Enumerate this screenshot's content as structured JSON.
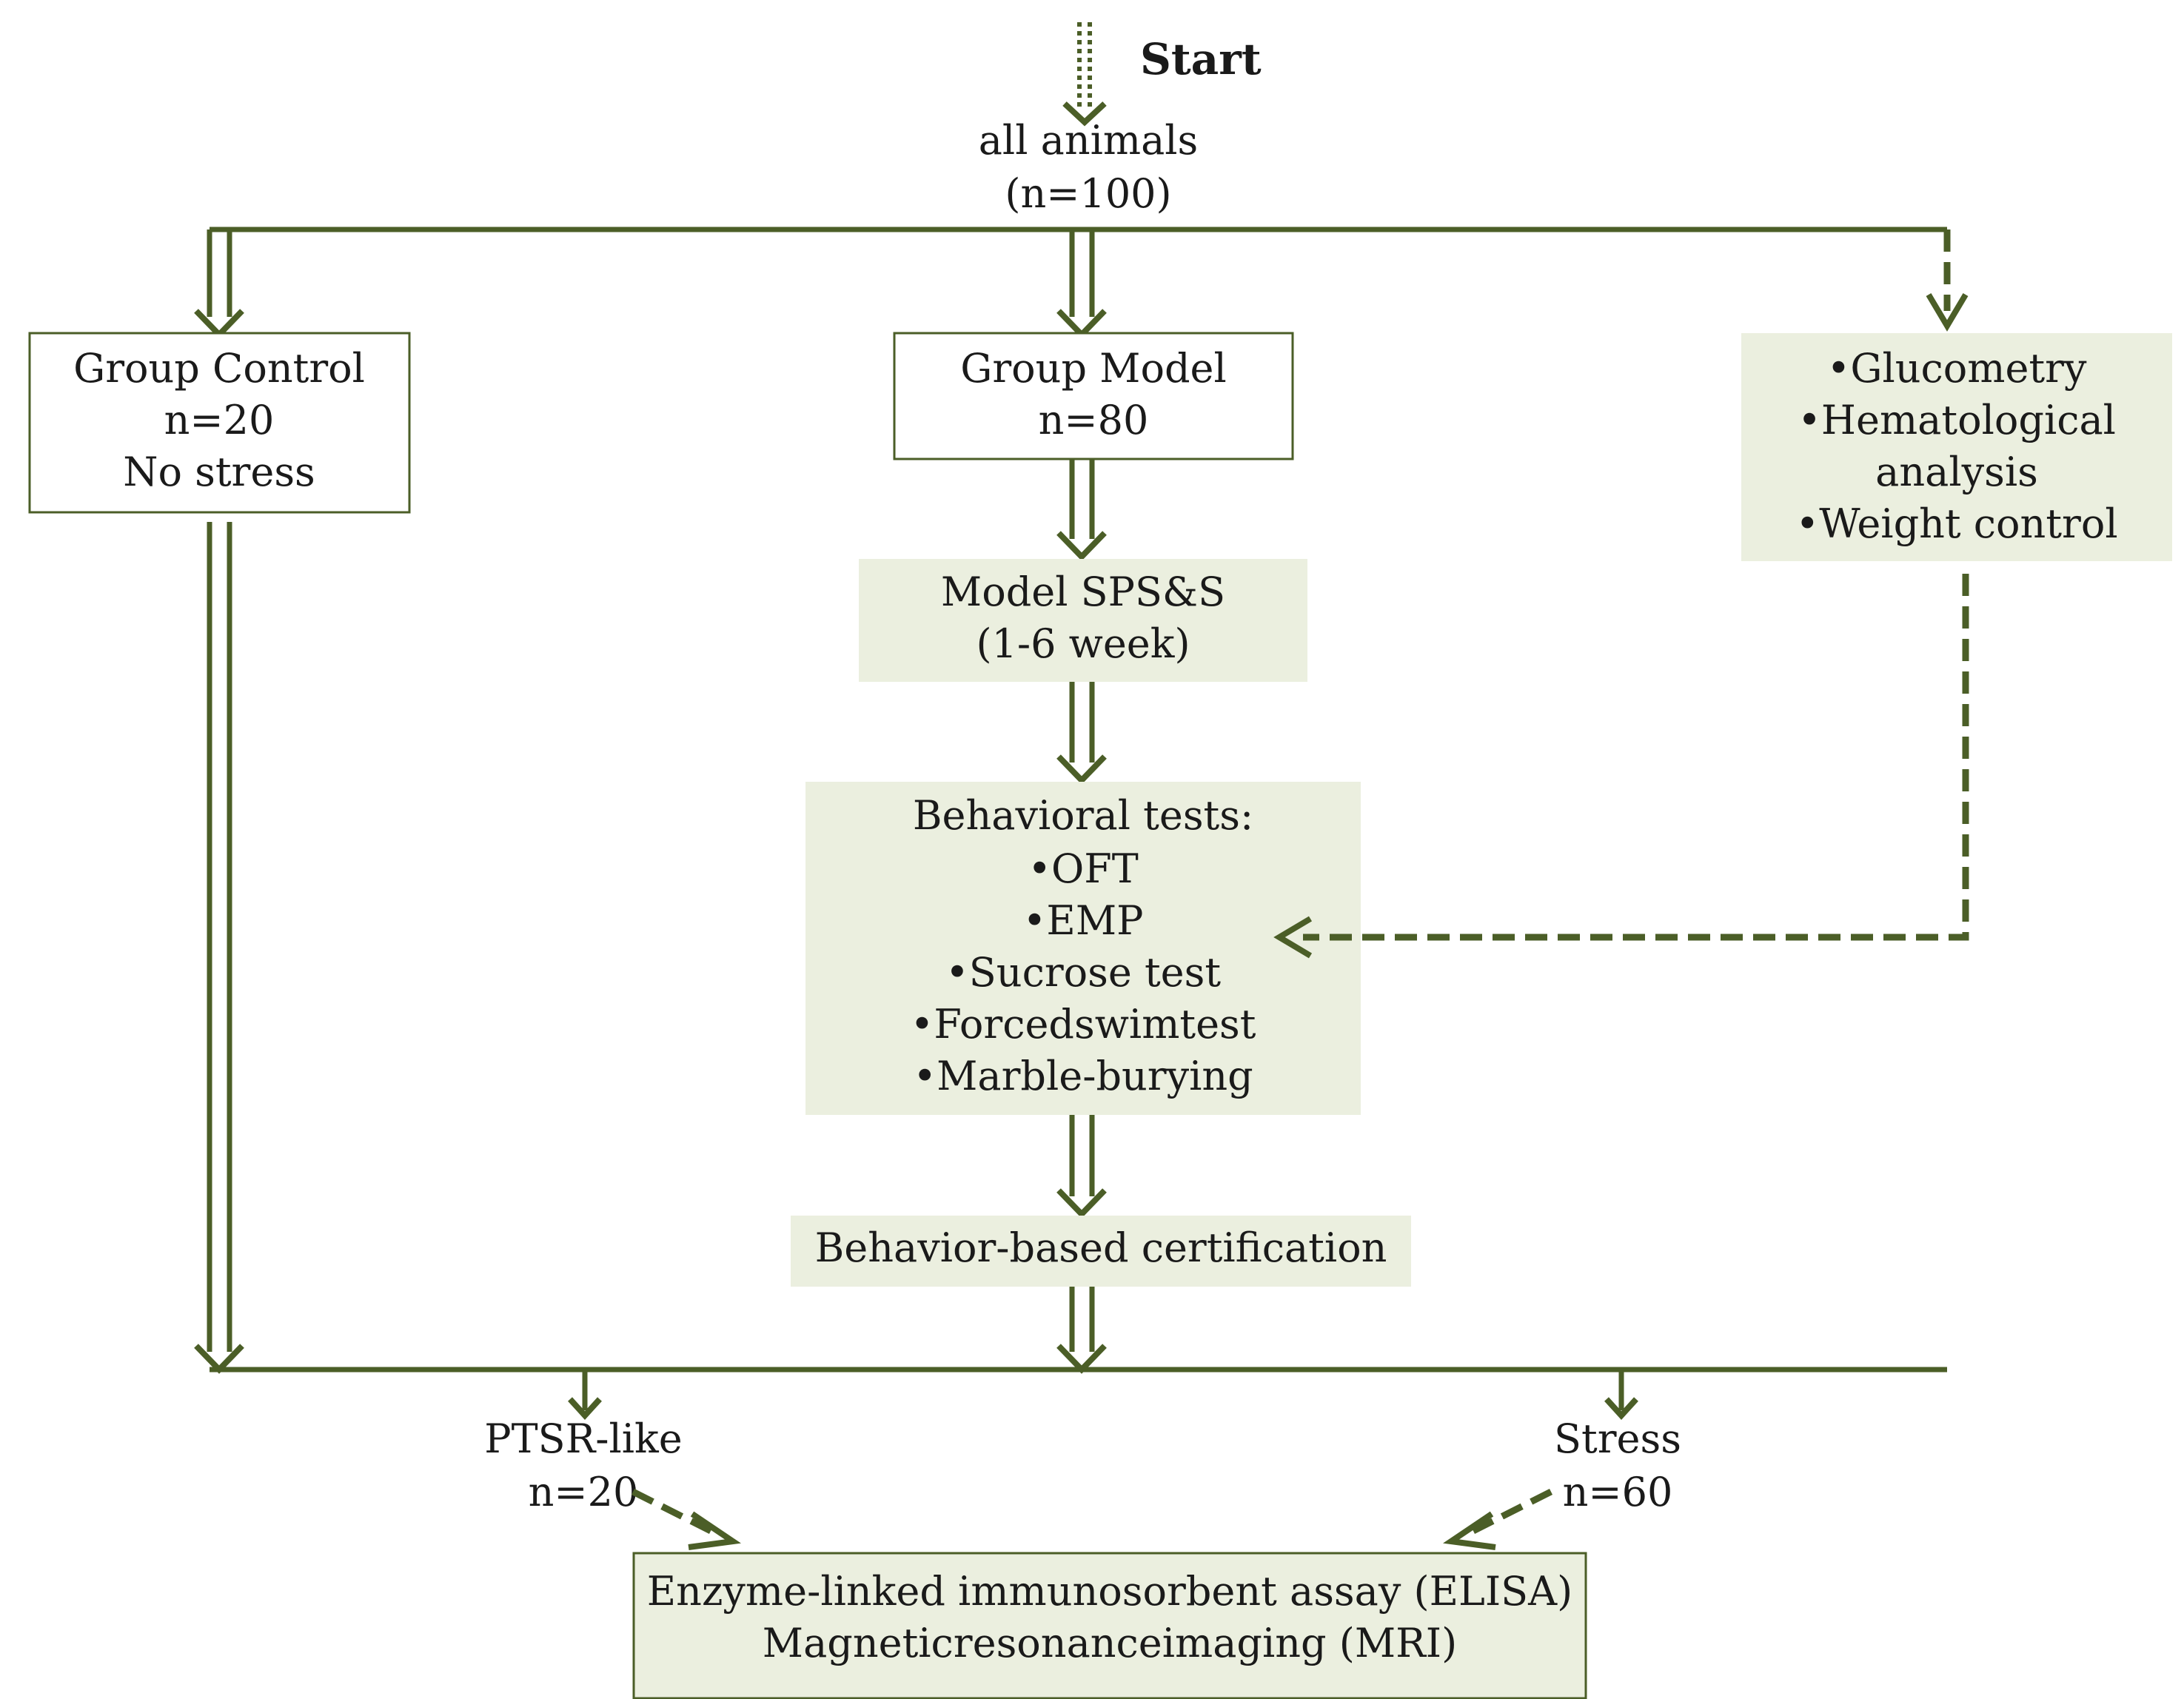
{
  "start": "Start",
  "all_animals": {
    "line1": "all animals",
    "line2": "(n=100)"
  },
  "group_control": {
    "line1": "Group Control",
    "line2": "n=20",
    "line3": "No stress"
  },
  "group_model": {
    "line1": "Group Model",
    "line2": "n=80"
  },
  "monitoring": {
    "line1": "•Glucometry",
    "line2": "•Hematological",
    "line3": "analysis",
    "line4": "•Weight control"
  },
  "model_sps": {
    "line1": "Model SPS&S",
    "line2": "(1-6 week)"
  },
  "behavioral_tests": {
    "line1": "Behavioral tests:",
    "line2": "•OFT",
    "line3": "•EMP",
    "line4": "•Sucrose test",
    "line5": "•Forcedswimtest",
    "line6": "•Marble-burying"
  },
  "certification": "Behavior-based certification",
  "ptsr": {
    "line1": "PTSR-like",
    "line2": "n=20"
  },
  "stress": {
    "line1": "Stress",
    "line2": "n=60"
  },
  "final": {
    "line1": "Enzyme-linked immunosorbent assay (ELISA)",
    "line2": "Magneticresonanceimaging (MRI)"
  },
  "colors": {
    "accent": "#4b5e27",
    "shade": "#ebefdf"
  }
}
